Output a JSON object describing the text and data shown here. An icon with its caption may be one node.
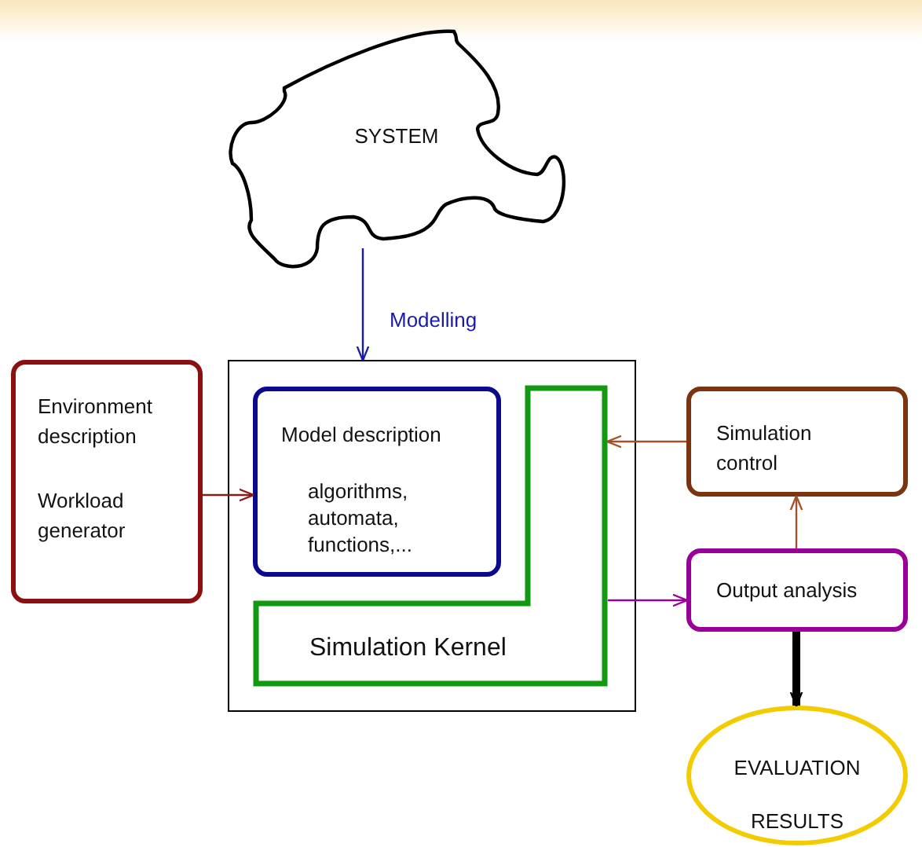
{
  "diagram": {
    "nodes": [
      {
        "text": [
          "SYSTEM"
        ]
      },
      {
        "text": [
          "Environment description",
          "Workload generator"
        ]
      },
      {
        "text": [],
        "shape": "box"
      },
      {
        "text": [
          "Model description",
          "algorithms, automata, functions,..."
        ],
        "in": 2
      },
      {
        "text": [
          "Simulation Kernel"
        ],
        "in": 2
      },
      {
        "text": [
          "Simulation control"
        ]
      },
      {
        "text": [
          "Output analysis"
        ]
      },
      {
        "text": [
          "EVALUATION RESULTS"
        ]
      }
    ],
    "edges": [
      {
        "from": 0,
        "to": 2,
        "arrow": "to",
        "label": "Modelling",
        "color": "#1a1aa8"
      },
      {
        "from": 1,
        "to": 3,
        "arrow": "to",
        "color": "#8b1a1a"
      },
      {
        "from": 5,
        "to": 4,
        "arrow": "to",
        "color": "#a0522d"
      },
      {
        "from": 4,
        "to": 6,
        "arrow": "to",
        "color": "#990099"
      },
      {
        "from": 6,
        "to": 5,
        "arrow": "to",
        "color": "#a0522d"
      },
      {
        "from": 6,
        "to": 7,
        "arrow": "to",
        "style": "thick",
        "color": "#000000"
      }
    ]
  }
}
